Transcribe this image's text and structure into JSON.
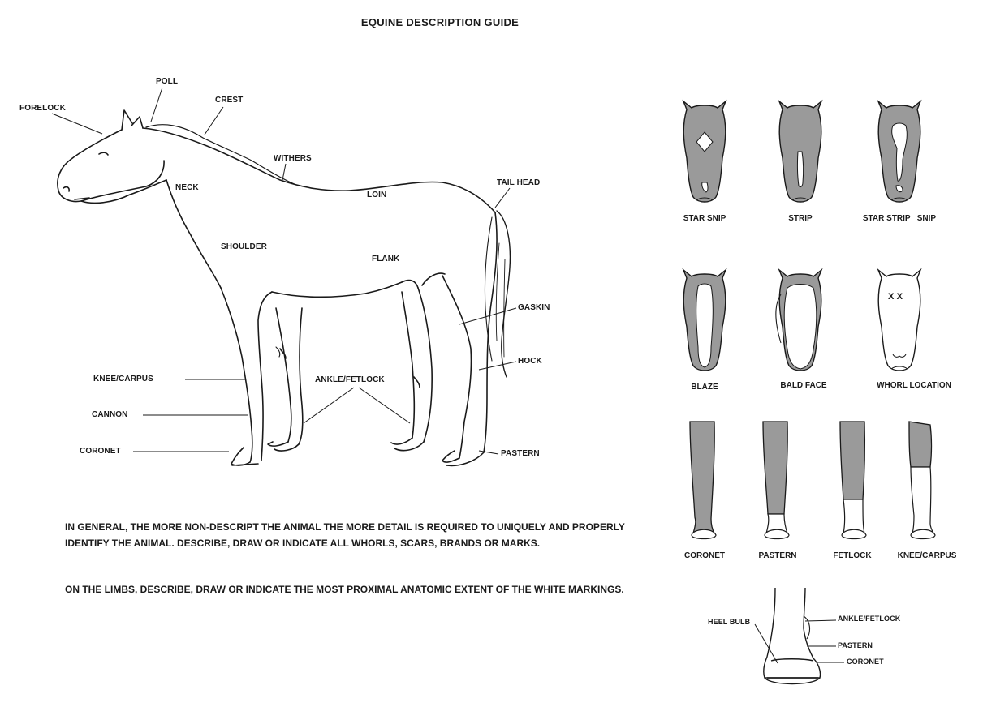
{
  "title": "EQUINE DESCRIPTION GUIDE",
  "horse_labels": {
    "poll": "POLL",
    "forelock": "FORELOCK",
    "crest": "CREST",
    "withers": "WITHERS",
    "tail_head": "TAIL HEAD",
    "neck": "NECK",
    "loin": "LOIN",
    "shoulder": "SHOULDER",
    "flank": "FLANK",
    "gaskin": "GASKIN",
    "hock": "HOCK",
    "knee_carpus": "KNEE/CARPUS",
    "ankle_fetlock": "ANKLE/FETLOCK",
    "cannon": "CANNON",
    "coronet": "CORONET",
    "pastern": "PASTERN"
  },
  "face_markings": {
    "star_snip": "STAR SNIP",
    "strip": "STRIP",
    "star_strip_snip": "STAR STRIP   SNIP",
    "blaze": "BLAZE",
    "bald_face": "BALD FACE",
    "whorl_location": "WHORL LOCATION",
    "whorl_marks": "X X"
  },
  "leg_markings": {
    "coronet": "CORONET",
    "pastern": "PASTERN",
    "fetlock": "FETLOCK",
    "knee_carpus": "KNEE/CARPUS"
  },
  "hoof_labels": {
    "heel_bulb": "HEEL BULB",
    "ankle_fetlock": "ANKLE/FETLOCK",
    "pastern": "PASTERN",
    "coronet": "CORONET"
  },
  "paragraphs": {
    "p1": "IN GENERAL, THE MORE NON-DESCRIPT THE ANIMAL THE MORE DETAIL IS REQUIRED TO UNIQUELY AND PROPERLY IDENTIFY THE ANIMAL.  DESCRIBE, DRAW OR INDICATE ALL WHORLS, SCARS, BRANDS OR MARKS.",
    "p2": "ON THE LIMBS,  DESCRIBE, DRAW OR INDICATE  THE MOST PROXIMAL ANATOMIC EXTENT OF THE WHITE MARKINGS."
  },
  "colors": {
    "ink": "#1a1a1a",
    "shade": "#9a9a9a",
    "white": "#ffffff"
  }
}
